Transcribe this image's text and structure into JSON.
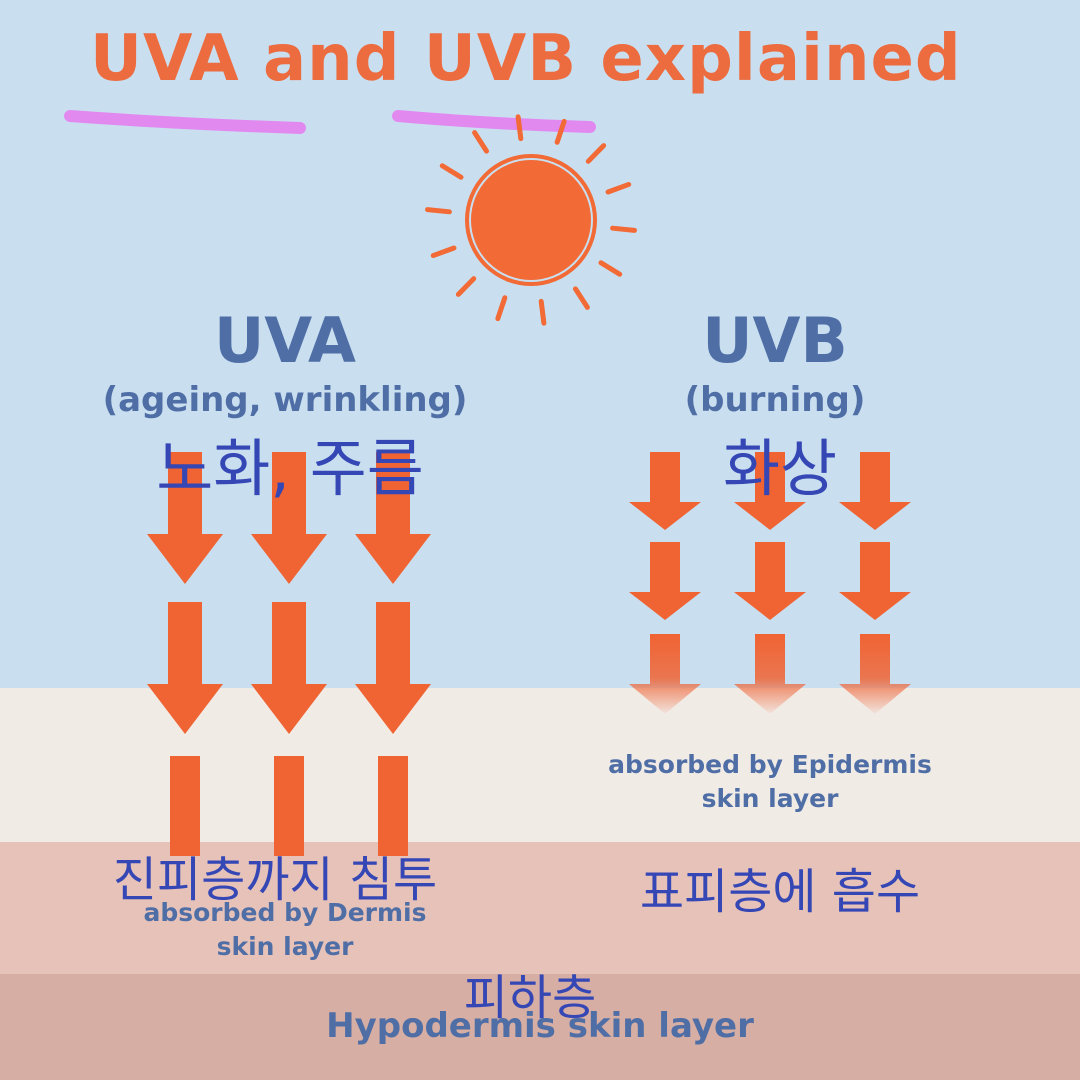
{
  "colors": {
    "sky": "#c9dff0",
    "epidermis": "#f1ebe6",
    "dermis": "#e7c2b9",
    "hypodermis": "#d6aea3",
    "title": "#ec6b3f",
    "sun": "#f26a35",
    "arrow": "#f06333",
    "label_blue": "#4f6ea6",
    "annotation_blue": "#3547b5",
    "highlight": "#e47ff0"
  },
  "title": "UVA and UVB explained",
  "uva": {
    "heading": "UVA",
    "effect": "(ageing, wrinkling)",
    "korean_effect": "노화, 주름",
    "absorbed_line1": "absorbed by Dermis",
    "absorbed_line2": "skin layer",
    "korean_absorbed": "진피층까지 침투"
  },
  "uvb": {
    "heading": "UVB",
    "effect": "(burning)",
    "korean_effect": "화상",
    "absorbed_line1": "absorbed by Epidermis",
    "absorbed_line2": "skin layer",
    "korean_absorbed": "표피층에 흡수"
  },
  "hypodermis": {
    "label": "Hypodermis skin layer",
    "korean": "피하층"
  },
  "icons": [
    "sun-icon",
    "down-arrow-icon"
  ]
}
